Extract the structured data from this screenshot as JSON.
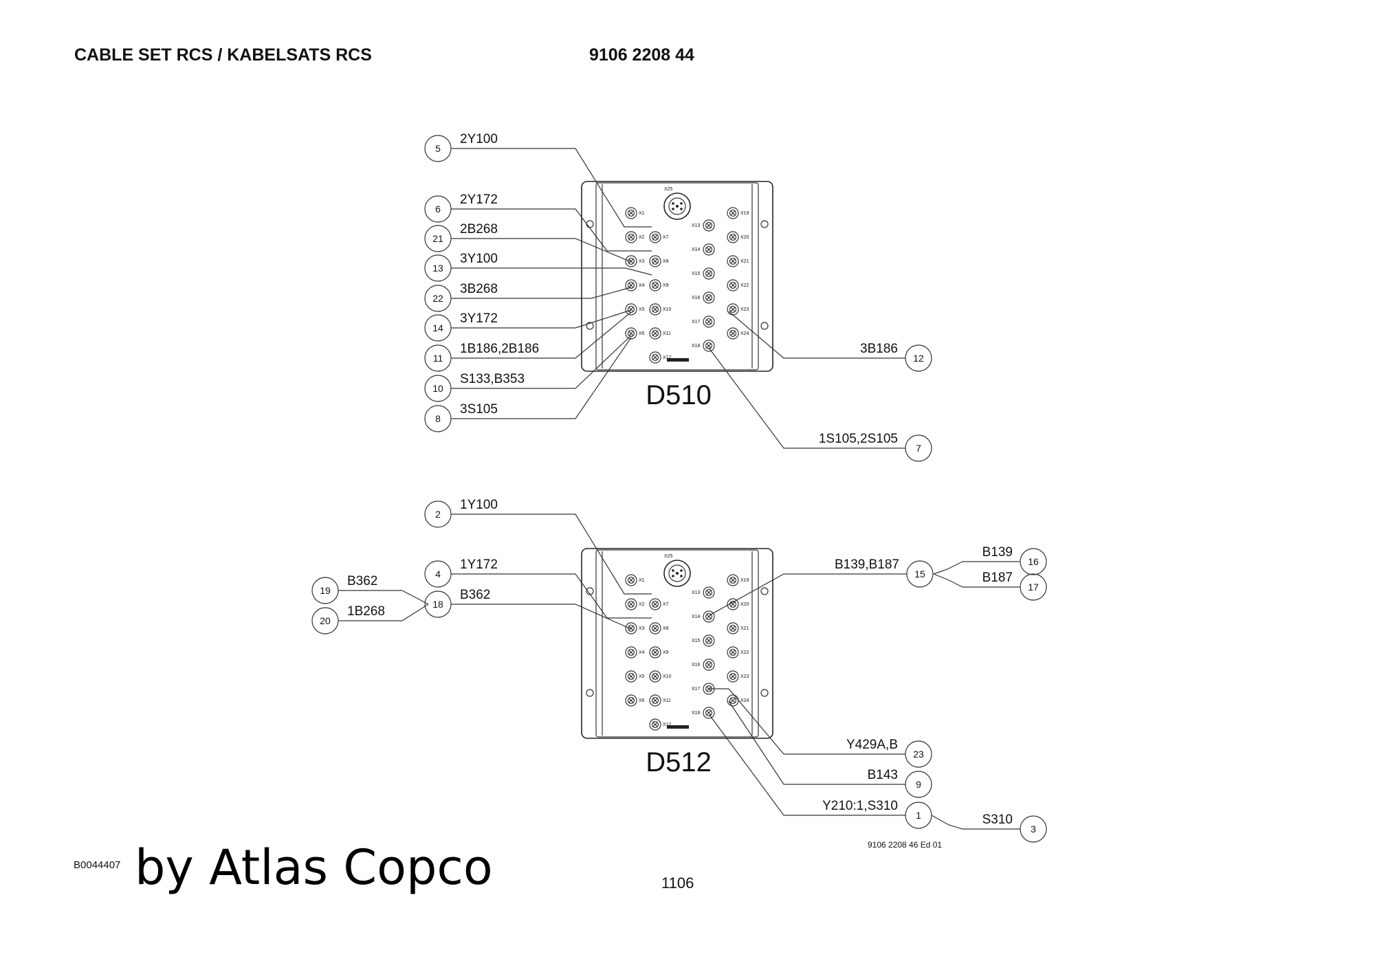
{
  "header": {
    "title": "CABLE SET RCS / KABELSATS RCS",
    "part_number": "9106 2208 44"
  },
  "footer": {
    "drawing_code": "B0044407",
    "credit": "by Atlas Copco",
    "page": "1106",
    "edition_note": "9106 2208 46 Ed 01"
  },
  "units": [
    {
      "name": "D510",
      "top_connector": "X25",
      "pins": [
        "X1",
        "X2",
        "X3",
        "X4",
        "X5",
        "X6",
        "X7",
        "X8",
        "X9",
        "X10",
        "X11",
        "X12",
        "X13",
        "X14",
        "X15",
        "X16",
        "X17",
        "X18",
        "X19",
        "X20",
        "X21",
        "X22",
        "X23",
        "X24"
      ],
      "callouts": [
        {
          "num": "5",
          "label": "2Y100"
        },
        {
          "num": "6",
          "label": "2Y172"
        },
        {
          "num": "21",
          "label": "2B268"
        },
        {
          "num": "13",
          "label": "3Y100"
        },
        {
          "num": "22",
          "label": "3B268"
        },
        {
          "num": "14",
          "label": "3Y172"
        },
        {
          "num": "11",
          "label": "1B186,2B186"
        },
        {
          "num": "10",
          "label": "S133,B353"
        },
        {
          "num": "8",
          "label": "3S105"
        },
        {
          "num": "12",
          "label": "3B186"
        },
        {
          "num": "7",
          "label": "1S105,2S105"
        }
      ]
    },
    {
      "name": "D512",
      "top_connector": "X25",
      "pins": [
        "X1",
        "X2",
        "X3",
        "X4",
        "X5",
        "X6",
        "X7",
        "X8",
        "X9",
        "X10",
        "X11",
        "X12",
        "X13",
        "X14",
        "X15",
        "X16",
        "X17",
        "X18",
        "X19",
        "X20",
        "X21",
        "X22",
        "X23",
        "X24"
      ],
      "callouts": [
        {
          "num": "2",
          "label": "1Y100"
        },
        {
          "num": "4",
          "label": "1Y172"
        },
        {
          "num": "18",
          "label": "B362"
        },
        {
          "num": "19",
          "label": "B362"
        },
        {
          "num": "20",
          "label": "1B268"
        },
        {
          "num": "15",
          "label": "B139,B187"
        },
        {
          "num": "16",
          "label": "B139"
        },
        {
          "num": "17",
          "label": "B187"
        },
        {
          "num": "23",
          "label": "Y429A,B"
        },
        {
          "num": "9",
          "label": "B143"
        },
        {
          "num": "1",
          "label": "Y210:1,S310"
        },
        {
          "num": "3",
          "label": "S310"
        }
      ]
    }
  ]
}
